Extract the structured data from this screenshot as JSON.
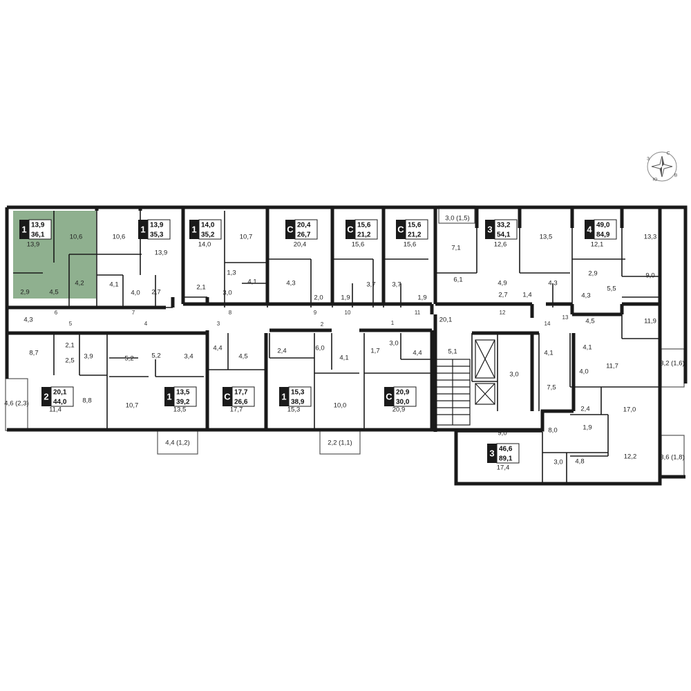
{
  "plan": {
    "highlight_color": "#8fb08f",
    "wall_color": "#1a1a1a",
    "compass": {
      "north": "С",
      "south": "Ю",
      "west": "З",
      "east": "В"
    },
    "apartments": [
      {
        "id": "a1",
        "rooms": "1",
        "living": "13,9",
        "total": "36,1",
        "highlighted": true
      },
      {
        "id": "a2",
        "rooms": "1",
        "living": "13,9",
        "total": "35,3"
      },
      {
        "id": "a3",
        "rooms": "1",
        "living": "14,0",
        "total": "35,2"
      },
      {
        "id": "a4",
        "rooms": "С",
        "living": "20,4",
        "total": "26,7"
      },
      {
        "id": "a5",
        "rooms": "С",
        "living": "15,6",
        "total": "21,2"
      },
      {
        "id": "a6",
        "rooms": "С",
        "living": "15,6",
        "total": "21,2"
      },
      {
        "id": "a7",
        "rooms": "3",
        "living": "33,2",
        "total": "54,1"
      },
      {
        "id": "a8",
        "rooms": "4",
        "living": "49,0",
        "total": "84,9"
      },
      {
        "id": "a9",
        "rooms": "2",
        "living": "20,1",
        "total": "44,0"
      },
      {
        "id": "a10",
        "rooms": "1",
        "living": "13,5",
        "total": "39,2"
      },
      {
        "id": "a11",
        "rooms": "С",
        "living": "17,7",
        "total": "26,6"
      },
      {
        "id": "a12",
        "rooms": "1",
        "living": "15,3",
        "total": "38,9"
      },
      {
        "id": "a13",
        "rooms": "С",
        "living": "20,9",
        "total": "30,0"
      },
      {
        "id": "a14",
        "rooms": "3",
        "living": "46,6",
        "total": "89,1"
      }
    ],
    "room_areas": [
      "13,9",
      "10,6",
      "2,9",
      "4,5",
      "4,2",
      "10,6",
      "4,1",
      "4,0",
      "13,9",
      "2,7",
      "2,1",
      "14,0",
      "10,7",
      "1,3",
      "4,1",
      "3,0",
      "20,4",
      "4,3",
      "2,0",
      "15,6",
      "3,7",
      "1,9",
      "15,6",
      "3,7",
      "1,9",
      "3,0 (1,5)",
      "7,1",
      "6,1",
      "12,6",
      "4,9",
      "2,7",
      "13,5",
      "1,4",
      "4,3",
      "12,1",
      "13,3",
      "2,9",
      "9,0",
      "4,3",
      "5,5",
      "4,5",
      "11,9",
      "20,1",
      "4,3",
      "8,7",
      "2,1",
      "2,5",
      "3,9",
      "5,2",
      "5,2",
      "3,4",
      "4,4",
      "4,5",
      "2,4",
      "6,0",
      "4,1",
      "1,7",
      "3,0",
      "4,4",
      "5,1",
      "3,0",
      "4,1",
      "4,1",
      "7,5",
      "4,0",
      "11,7",
      "3,2 (1,6)",
      "4,6 (2,3)",
      "11,4",
      "8,8",
      "10,7",
      "13,5",
      "4,4 (1,2)",
      "17,7",
      "15,3",
      "10,0",
      "2,2 (1,1)",
      "20,9",
      "2,4",
      "17,0",
      "1,9",
      "9,0",
      "8,0",
      "12,2",
      "17,4",
      "3,0",
      "4,8",
      "3,6 (1,8)"
    ],
    "door_numbers": [
      "1",
      "2",
      "3",
      "4",
      "5",
      "6",
      "7",
      "8",
      "9",
      "10",
      "11",
      "12",
      "13",
      "14"
    ]
  }
}
